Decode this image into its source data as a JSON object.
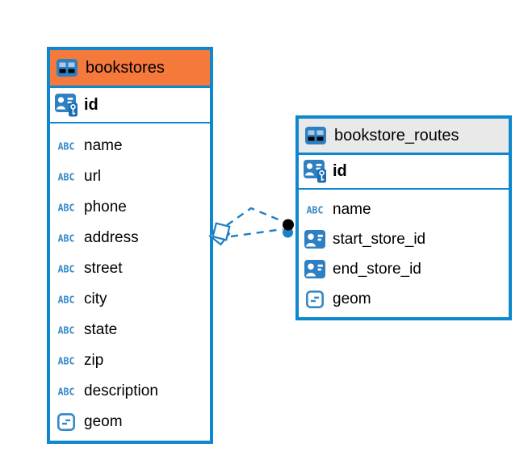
{
  "colors": {
    "canvas_bg": "#ffffff",
    "table_border": "#0d87cd",
    "bookstores_header_bg": "#f5793b",
    "routes_header_bg": "#e9e9e9",
    "icon_blue": "#2e80c2",
    "icon_cell_light": "#a9cbe8",
    "text_type_icon_blue": "#3488c8",
    "relationship_line_blue": "#1c80c5",
    "endpoint_dot_black": "#000000",
    "text_color": "#000000"
  },
  "diagram": {
    "icons": {
      "abc_text": "ABC"
    },
    "tables": [
      {
        "name": "bookstores",
        "header_style": "orange",
        "primary_key": {
          "label": "id"
        },
        "columns": [
          {
            "label": "name",
            "type": "text"
          },
          {
            "label": "url",
            "type": "text"
          },
          {
            "label": "phone",
            "type": "text"
          },
          {
            "label": "address",
            "type": "text"
          },
          {
            "label": "street",
            "type": "text"
          },
          {
            "label": "city",
            "type": "text"
          },
          {
            "label": "state",
            "type": "text"
          },
          {
            "label": "zip",
            "type": "text"
          },
          {
            "label": "description",
            "type": "text"
          },
          {
            "label": "geom",
            "type": "geometry"
          }
        ]
      },
      {
        "name": "bookstore_routes",
        "header_style": "gray",
        "primary_key": {
          "label": "id"
        },
        "columns": [
          {
            "label": "name",
            "type": "text"
          },
          {
            "label": "start_store_id",
            "type": "reference"
          },
          {
            "label": "end_store_id",
            "type": "reference"
          },
          {
            "label": "geom",
            "type": "geometry"
          }
        ]
      }
    ],
    "relationships": [
      {
        "from_table": "bookstores",
        "to_table": "bookstore_routes",
        "style": "dashed"
      },
      {
        "from_table": "bookstores",
        "to_table": "bookstore_routes",
        "style": "dashed"
      }
    ]
  }
}
